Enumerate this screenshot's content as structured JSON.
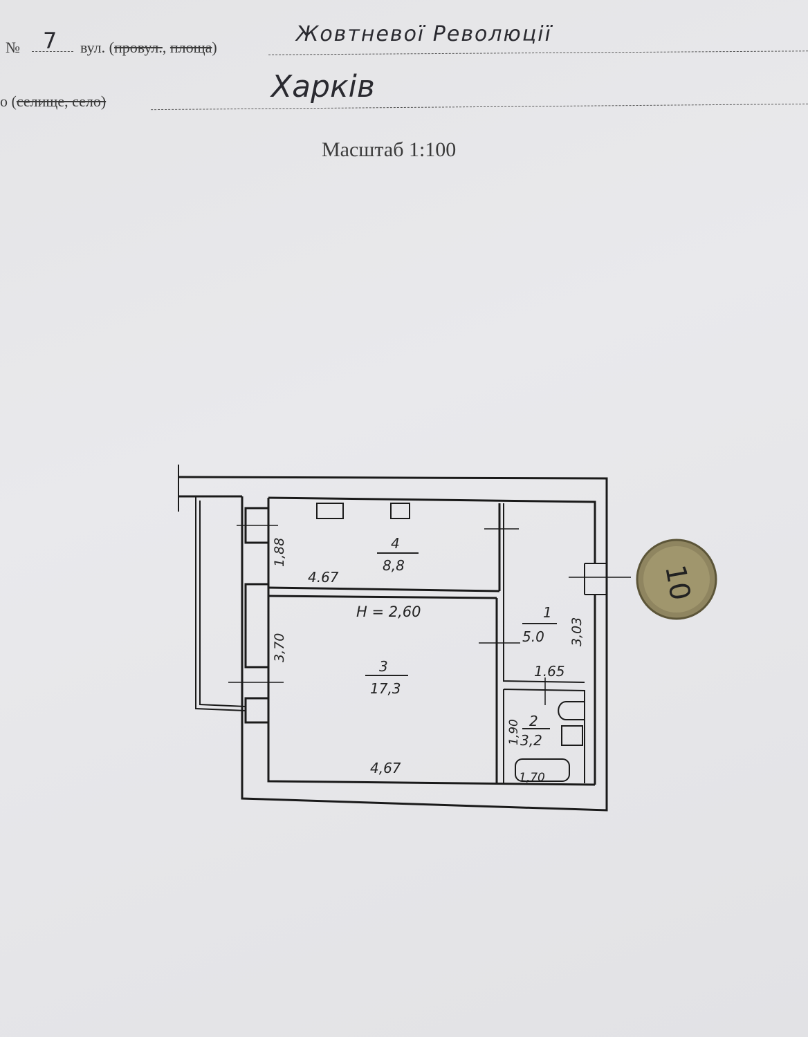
{
  "header": {
    "number_label": "№",
    "number_value": "7",
    "street_label": "вул. (",
    "street_struck_1": "провул.",
    "street_sep": ", ",
    "street_struck_2": "площа",
    "street_close": ")",
    "street_value": "Жовтневої Революції",
    "city_prefix": "о (",
    "city_struck": "селище, село)",
    "city_value": "Харків",
    "scale_label": "Масштаб 1:100"
  },
  "plan": {
    "ceiling_height": "H = 2,60",
    "rooms": [
      {
        "number": "1",
        "area": "5.0"
      },
      {
        "number": "2",
        "area": "3,2"
      },
      {
        "number": "3",
        "area": "17,3"
      },
      {
        "number": "4",
        "area": "8,8"
      }
    ],
    "dimensions": {
      "room4_width": "4.67",
      "room4_depth": "1,88",
      "room3_width": "4,67",
      "room3_depth": "3,70",
      "room1_width": "1.65",
      "room1_depth": "3,03",
      "room2_depth": "1,90",
      "bath_length": "1,70"
    },
    "coin_value": "10"
  }
}
